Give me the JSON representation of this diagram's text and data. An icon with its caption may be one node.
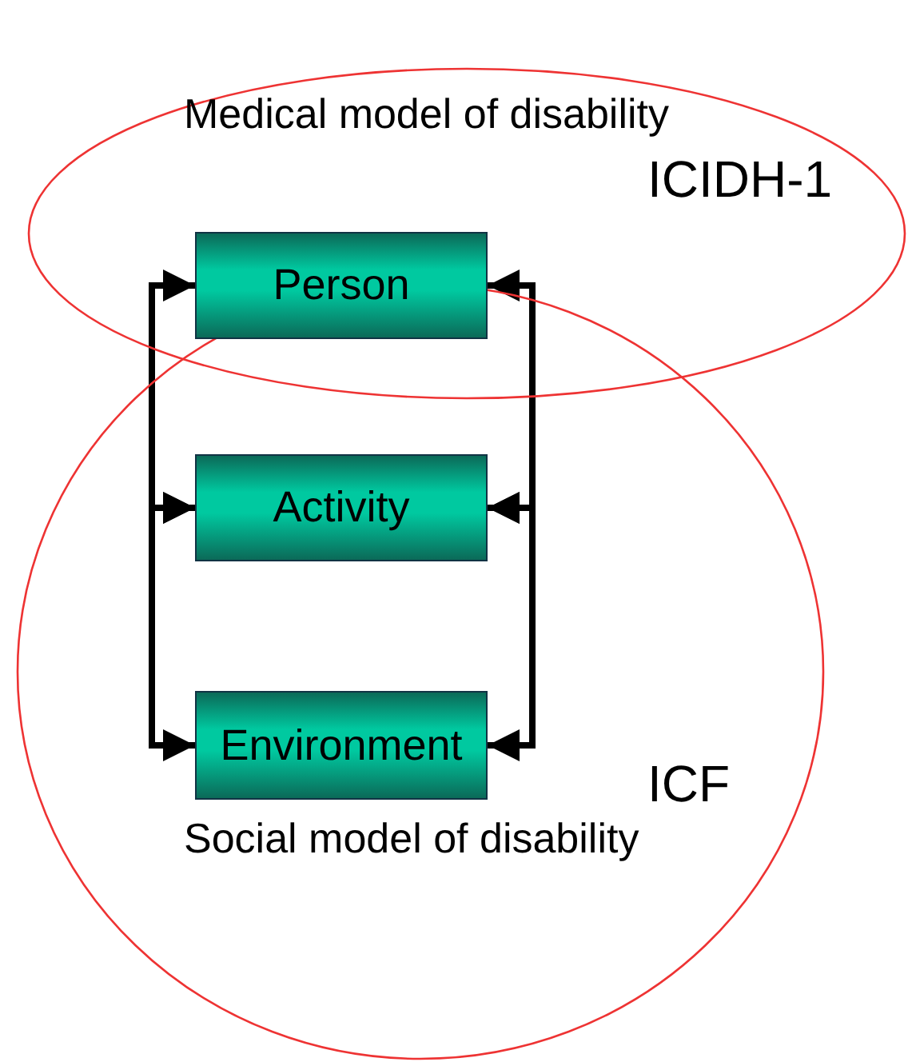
{
  "diagram": {
    "nodes": [
      {
        "text": [
          "Medical model of disability",
          "ICIDH-1"
        ]
      },
      {
        "text": [
          "ICF",
          "Social model of disability"
        ]
      },
      {
        "text": [
          "Person"
        ],
        "in": 0
      },
      {
        "text": [
          "Activity"
        ],
        "in": 1
      },
      {
        "text": [
          "Environment"
        ],
        "in": 1
      }
    ],
    "edges": [
      {
        "from": 2,
        "to": 3,
        "arrow": "both"
      },
      {
        "from": 3,
        "to": 4,
        "arrow": "both"
      },
      {
        "from": 2,
        "to": 3,
        "arrow": "both"
      },
      {
        "from": 3,
        "to": 4,
        "arrow": "both"
      }
    ]
  }
}
